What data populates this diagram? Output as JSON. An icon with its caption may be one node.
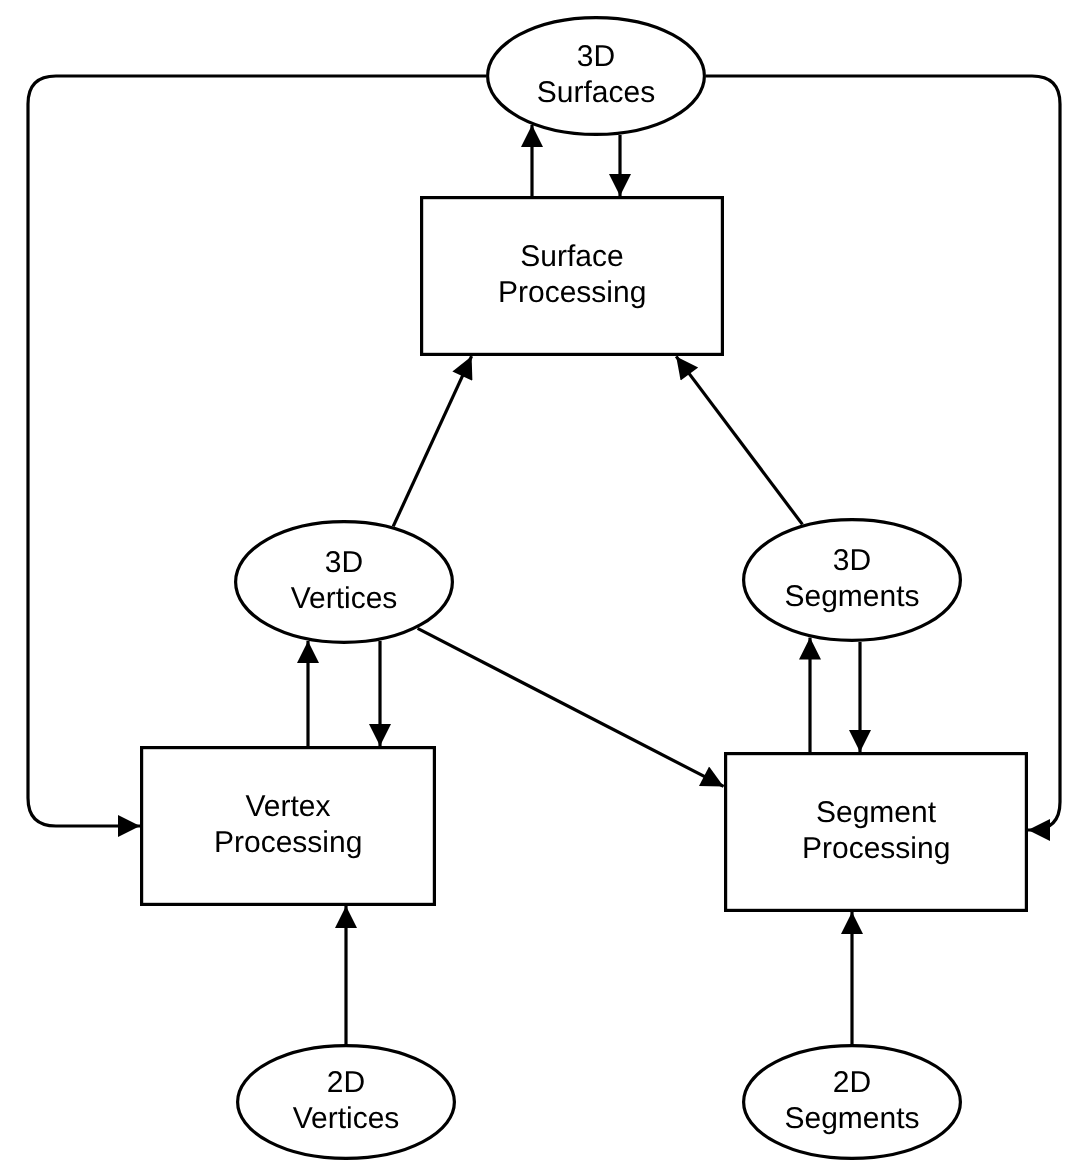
{
  "diagram": {
    "nodes": [
      {
        "text": [
          "3D Surfaces"
        ]
      },
      {
        "text": [
          "Surface Processing"
        ]
      },
      {
        "text": [
          "3D Vertices"
        ]
      },
      {
        "text": [
          "3D Segments"
        ]
      },
      {
        "text": [
          "Vertex Processing"
        ]
      },
      {
        "text": [
          "Segment Processing"
        ]
      },
      {
        "text": [
          "2D Vertices"
        ]
      },
      {
        "text": [
          "2D Segments"
        ]
      }
    ],
    "edges": [
      {
        "from": 1,
        "to": 0,
        "arrow": "to"
      },
      {
        "from": 0,
        "to": 1,
        "arrow": "to"
      },
      {
        "from": 2,
        "to": 1,
        "arrow": "to"
      },
      {
        "from": 3,
        "to": 1,
        "arrow": "to"
      },
      {
        "from": 2,
        "to": 5,
        "arrow": "to"
      },
      {
        "from": 4,
        "to": 2,
        "arrow": "to"
      },
      {
        "from": 2,
        "to": 4,
        "arrow": "to"
      },
      {
        "from": 5,
        "to": 3,
        "arrow": "to"
      },
      {
        "from": 3,
        "to": 5,
        "arrow": "to"
      },
      {
        "from": 6,
        "to": 4,
        "arrow": "to"
      },
      {
        "from": 7,
        "to": 5,
        "arrow": "to"
      },
      {
        "from": 0,
        "to": 4,
        "arrow": "to"
      },
      {
        "from": 0,
        "to": 5,
        "arrow": "to"
      }
    ]
  }
}
